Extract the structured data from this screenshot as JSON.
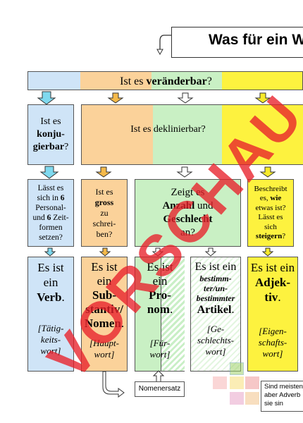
{
  "title": "Was für ein W",
  "q_top": {
    "pre": "Ist es ",
    "bold": "veränderbar",
    "post": "?"
  },
  "q_conj": {
    "l1": "Ist es",
    "l2": "konju-",
    "l3": "gierbar",
    "l4": "?"
  },
  "q_decl": {
    "pre": "Ist es ",
    "bold": "deklinierbar",
    "post": "?"
  },
  "q_conj_detail": {
    "l1": "Lässt es",
    "l2": "sich in ",
    "b1": "6",
    "l3": "Personal-",
    "l4": "und ",
    "b2": "6",
    "l4b": " Zeit-",
    "l5": "formen",
    "l6": "setzen?"
  },
  "q_gross": {
    "l1": "Ist es",
    "b": "gross",
    "l2": "zu",
    "l3": "schrei-",
    "l4": "ben?"
  },
  "q_anzahl": {
    "l1": "Zeigt es",
    "b1": "Anzahl",
    "mid": " und",
    "b2": "Geschlecht",
    "l3": "an?"
  },
  "q_adj": {
    "l1": "Beschreibt",
    "l2a": "es, ",
    "b1": "wie",
    "l3": "etwas ist?",
    "l4": "Lässt es",
    "l5": "sich",
    "b2": "steigern",
    "l6": "?"
  },
  "results": {
    "verb": {
      "l1": "Es ist",
      "l2": "ein",
      "b": "Verb",
      "dot": ".",
      "i1": "[Tätig-",
      "i2": "keits-",
      "i3": "wort]"
    },
    "subst": {
      "l1": "Es ist",
      "l2": "ein",
      "b1": "Sub-",
      "b2": "stantiv/",
      "b3": "Nomen",
      "dot": ".",
      "i1": "[Haupt-",
      "i2": "wort]"
    },
    "pron": {
      "l1": "Es ist",
      "l2": "ein",
      "b1": "Pro-",
      "b2": "nom",
      "dot": ".",
      "i1": "[Für-",
      "i2": "wort]"
    },
    "artikel": {
      "l1": "Es ist ein",
      "bi1": "bestimm-",
      "bi2": "ter/un-",
      "bi3": "bestimmter",
      "b": "Artikel",
      "dot": ".",
      "i1": "[Ge-",
      "i2": "schlechts-",
      "i3": "wort]"
    },
    "adj": {
      "l1": "Es ist ein",
      "b1": "Adjek-",
      "b2": "tiv",
      "dot": ".",
      "i1": "[Eigen-",
      "i2": "schafts-",
      "i3": "wort]"
    }
  },
  "nomenersatz": "Nomenersatz",
  "note": {
    "l1": "Sind meisten",
    "l2": "aber Adverb",
    "l3": "sie sin"
  },
  "watermark": "VORSCHAU",
  "colors": {
    "blue": "#cfe4f7",
    "orange": "#fbd29a",
    "green": "#c9f0c4",
    "yellow": "#fdf23f",
    "watermark": "#e8202a"
  }
}
